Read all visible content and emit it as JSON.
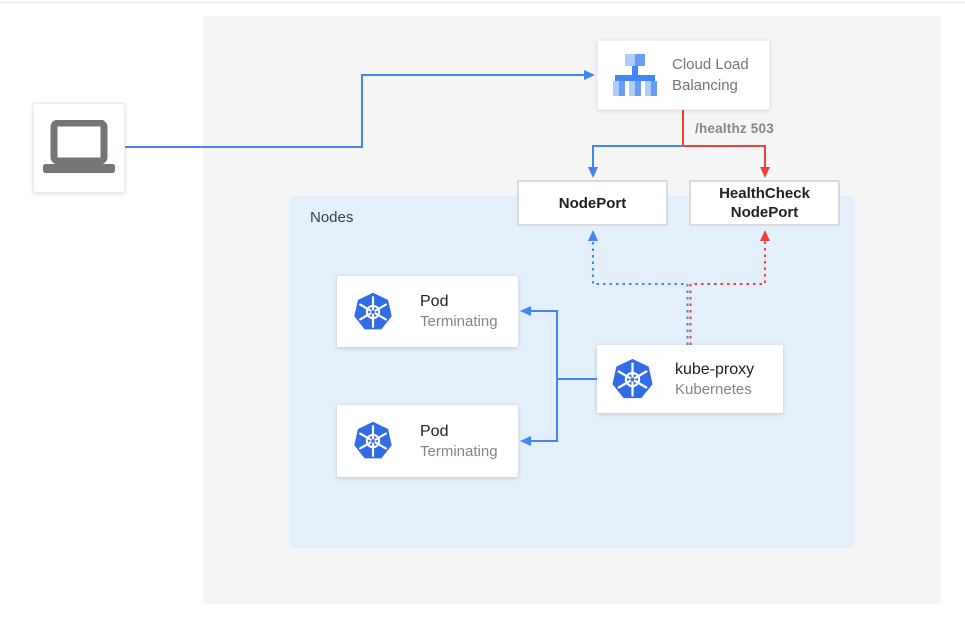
{
  "diagram": {
    "client": {
      "icon": "laptop-icon"
    },
    "load_balancer": {
      "icon": "load-balancer-icon",
      "label": "Cloud Load Balancing"
    },
    "healthz_label": "/healthz 503",
    "nodeport": {
      "label": "NodePort"
    },
    "healthcheck_nodeport": {
      "label": "HealthCheck NodePort"
    },
    "nodes_group": {
      "label": "Nodes"
    },
    "pods": [
      {
        "icon": "kubernetes-icon",
        "title": "Pod",
        "subtitle": "Terminating"
      },
      {
        "icon": "kubernetes-icon",
        "title": "Pod",
        "subtitle": "Terminating"
      }
    ],
    "kube_proxy": {
      "icon": "kubernetes-icon",
      "title": "kube-proxy",
      "subtitle": "Kubernetes"
    }
  },
  "colors": {
    "accent_blue": "#4285f4",
    "accent_red": "#ea4335",
    "kubernetes_blue": "#326ce5",
    "icon_blue_light": "#aecbfa",
    "icon_blue_mid": "#669df6",
    "icon_gray": "#757575",
    "nodes_group_bg": "#e3f0fc",
    "canvas_bg": "#f5f5f6",
    "text_primary": "#202124",
    "text_secondary": "#80868b"
  }
}
